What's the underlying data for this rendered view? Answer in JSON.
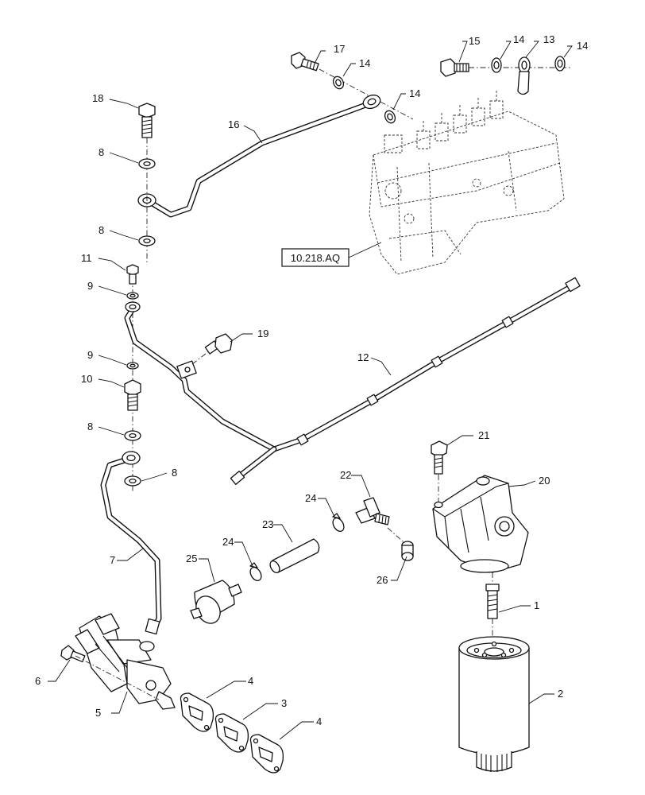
{
  "reference_label": "10.218.AQ",
  "callouts": {
    "p1": "1",
    "p2": "2",
    "p3": "3",
    "p4a": "4",
    "p4b": "4",
    "p5": "5",
    "p6": "6",
    "p7": "7",
    "p8a": "8",
    "p8b": "8",
    "p8c": "8",
    "p8d": "8",
    "p9a": "9",
    "p9b": "9",
    "p10": "10",
    "p11": "11",
    "p12": "12",
    "p13": "13",
    "p14a": "14",
    "p14b": "14",
    "p14c": "14",
    "p14d": "14",
    "p15": "15",
    "p16": "16",
    "p17": "17",
    "p18": "18",
    "p19": "19",
    "p20": "20",
    "p21": "21",
    "p22": "22",
    "p23": "23",
    "p24a": "24",
    "p24b": "24",
    "p25": "25",
    "p26": "26"
  },
  "icons": [
    "injection-pump-icon",
    "fuel-filter-icon",
    "filter-head-icon",
    "lift-pump-icon",
    "inline-filter-icon"
  ]
}
